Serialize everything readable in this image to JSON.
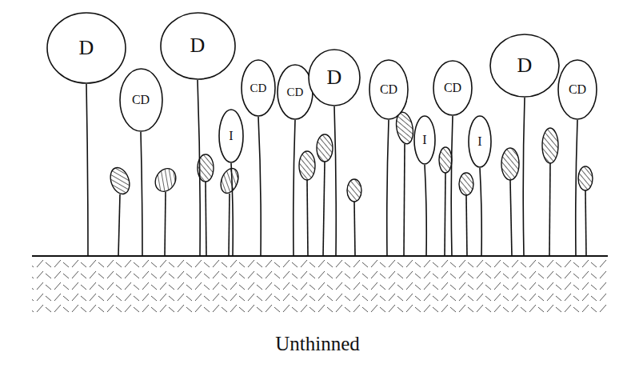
{
  "diagram": {
    "caption": "Unthinned",
    "nodes": [
      {
        "text": [
          "D"
        ]
      },
      {
        "text": [
          "CD"
        ]
      },
      {
        "text": [
          "D"
        ]
      },
      {
        "text": [
          "I"
        ]
      },
      {
        "text": [
          "CD"
        ]
      },
      {
        "text": [
          "CD"
        ]
      },
      {
        "text": [
          "D"
        ]
      },
      {
        "text": [
          "CD"
        ]
      },
      {
        "text": [
          "I"
        ]
      },
      {
        "text": [
          "CD"
        ]
      },
      {
        "text": [
          "I"
        ]
      },
      {
        "text": [
          "D"
        ]
      },
      {
        "text": [
          "CD"
        ]
      }
    ]
  }
}
